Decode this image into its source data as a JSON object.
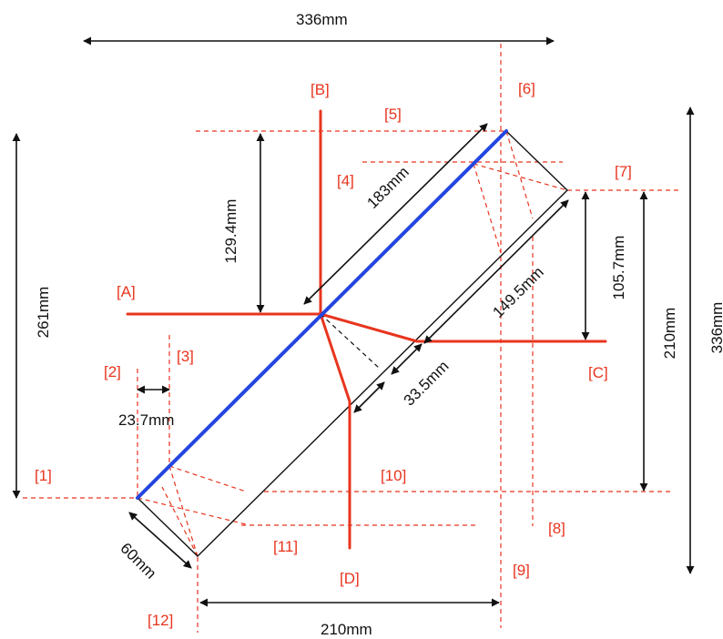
{
  "dimensions": {
    "top_width": "336mm",
    "left_height": "261mm",
    "right_height": "336mm",
    "top_vertical": "129.4mm",
    "diagonal_long": "183mm",
    "diagonal_inner": "149.5mm",
    "right_vertical": "105.7mm",
    "right_inner_height": "210mm",
    "small_horizontal": "23.7mm",
    "diagonal_small": "33.5mm",
    "width_thickness": "60mm",
    "bottom_width": "210mm"
  },
  "points": {
    "A": "[A]",
    "B": "[B]",
    "C": "[C]",
    "D": "[D]"
  },
  "markers": [
    "[1]",
    "[2]",
    "[3]",
    "[4]",
    "[5]",
    "[6]",
    "[7]",
    "[8]",
    "[9]",
    "[10]",
    "[11]",
    "[12]"
  ],
  "colors": {
    "red": "#e8351e",
    "blue": "#2346e0",
    "black": "#111111"
  }
}
